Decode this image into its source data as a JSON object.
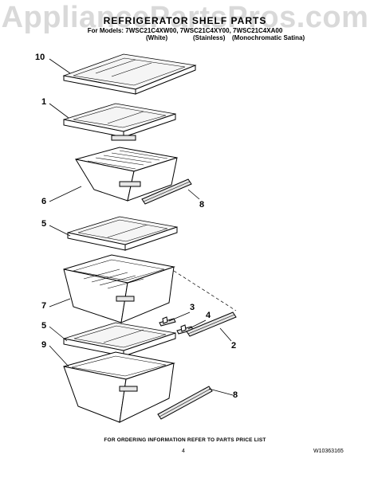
{
  "watermark": "AppliancePartsPros.com",
  "header": {
    "title": "REFRIGERATOR SHELF PARTS",
    "models_line": "For Models: 7WSC21C4XW00, 7WSC21C4XY00, 7WSC21C4XA00",
    "finish_white": "(White)",
    "finish_stainless": "(Stainless)",
    "finish_monochromatic": "(Monochromatic Satina)"
  },
  "callouts": {
    "c10": "10",
    "c1": "1",
    "c6": "6",
    "c8_top": "8",
    "c5_mid": "5",
    "c7": "7",
    "c3": "3",
    "c4": "4",
    "c2": "2",
    "c5_low": "5",
    "c9": "9",
    "c8_bottom": "8"
  },
  "footer": {
    "ordering_note": "FOR ORDERING INFORMATION REFER TO PARTS PRICE LIST",
    "page_number": "4",
    "document_number": "W10363165"
  }
}
